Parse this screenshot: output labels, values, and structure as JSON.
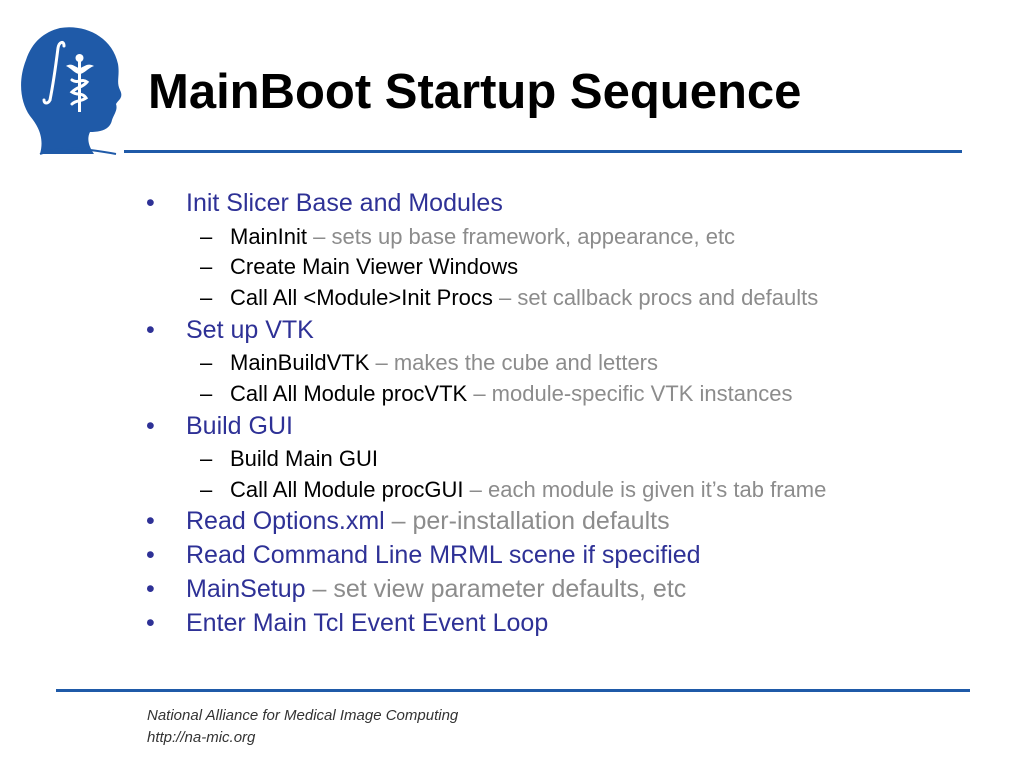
{
  "slide": {
    "title": "MainBoot Startup Sequence",
    "bullet_glyph": "•",
    "dash_glyph": "–",
    "items": [
      {
        "main": "Init Slicer Base and Modules"
      },
      {
        "main": "MainInit",
        "note": " – sets up base framework, appearance, etc"
      },
      {
        "main": "Create Main Viewer Windows"
      },
      {
        "main": "Call All <Module>Init Procs",
        "note": " – set callback procs and defaults"
      },
      {
        "main": "Set up VTK"
      },
      {
        "main": "MainBuildVTK",
        "note": " – makes the cube and letters"
      },
      {
        "main": "Call All Module procVTK",
        "note": " – module-specific VTK instances"
      },
      {
        "main": "Build GUI"
      },
      {
        "main": "Build Main GUI"
      },
      {
        "main": "Call All Module procGUI",
        "note": " – each module is given it’s tab frame"
      },
      {
        "main": "Read Options.xml",
        "note": " – per-installation defaults"
      },
      {
        "main": "Read Command Line MRML scene if specified"
      },
      {
        "main": "MainSetup",
        "note": " – set view parameter defaults, etc"
      },
      {
        "main": "Enter Main Tcl Event Event Loop"
      }
    ]
  },
  "footer": {
    "org": "National Alliance for Medical Image Computing",
    "url": "http://na-mic.org"
  },
  "colors": {
    "accent_blue": "#1f5aa8",
    "bullet_text": "#2e3196",
    "note_gray": "#8c8c8c"
  },
  "icons": {
    "logo": "slicer-head-caduceus-logo"
  }
}
